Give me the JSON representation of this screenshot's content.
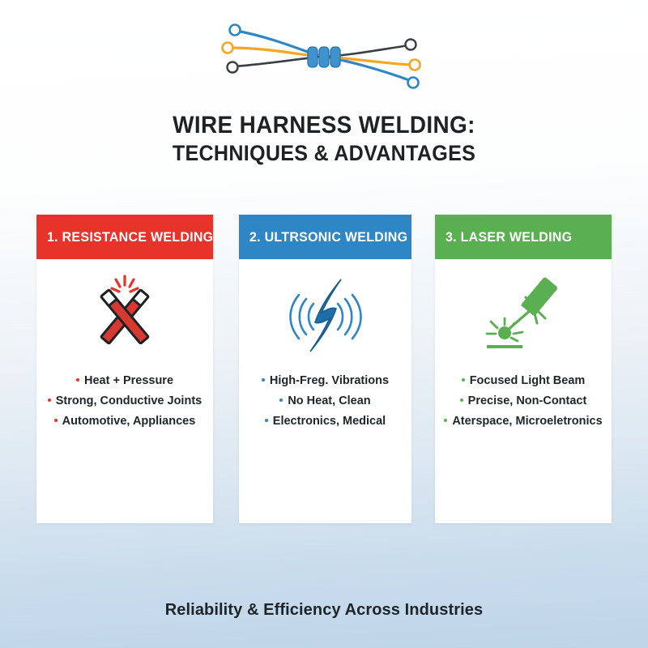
{
  "header": {
    "logo_name": "wire-harness-connector-logo",
    "title_line1": "WIRE HARNESS WELDING:",
    "title_line2": "TECHNIQUES & ADVANTAGES"
  },
  "colors": {
    "red": "#e8332a",
    "blue": "#2f86c5",
    "green": "#5aaf50",
    "orange": "#f5a623",
    "dark": "#3a3f45",
    "text": "#22262b",
    "bg_top": "#ffffff",
    "bg_bottom": "#bed5e8",
    "card_bg": "#ffffff"
  },
  "cards": [
    {
      "number": "1.",
      "title": "1. RESISTANCE WELDING",
      "accent": "#e8332a",
      "icon": "crossed-electrodes-spark-icon",
      "bullets": [
        "Heat + Pressure",
        "Strong, Conductive Joints",
        "Automotive, Appliances"
      ]
    },
    {
      "number": "2.",
      "title": "2. ULTRSONIC WELDING",
      "accent": "#2f86c5",
      "icon": "ultrasonic-vibration-icon",
      "bullets": [
        "High-Freg. Vibrations",
        "No Heat, Clean",
        "Electronics, Medical"
      ]
    },
    {
      "number": "3.",
      "title": "3. LASER WELDING",
      "accent": "#5aaf50",
      "icon": "laser-beam-icon",
      "bullets": [
        "Focused Light Beam",
        "Precise, Non-Contact",
        "Aterspace, Microeletronics"
      ]
    }
  ],
  "footer": {
    "text": "Reliability & Efficiency Across Industries"
  }
}
